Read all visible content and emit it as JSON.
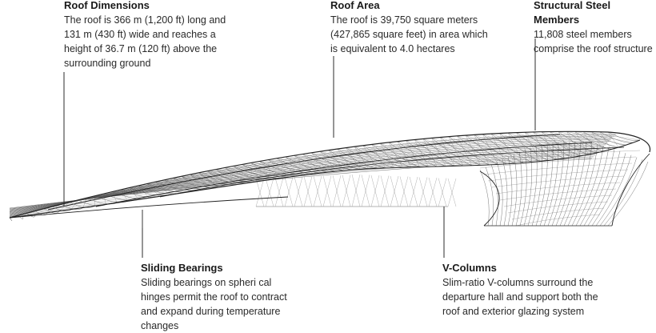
{
  "callouts": {
    "roof_dimensions": {
      "title": "Roof Dimensions",
      "body": "The roof is 366 m (1,200 ft) long and\n131 m (430 ft) wide and reaches a\nheight of 36.7 m (120 ft) above the\nsurrounding ground"
    },
    "roof_area": {
      "title": "Roof Area",
      "body": "The roof is 39,750 square meters\n(427,865 square feet) in area which\nis equivalent to 4.0 hectares"
    },
    "structural_steel": {
      "title": "Structural Steel Members",
      "body": "11,808 steel members\ncomprise the roof structure"
    },
    "sliding_bearings": {
      "title": "Sliding Bearings",
      "body": "Sliding bearings on spheri cal\nhinges permit the roof to contract\nand expand during temperature\nchanges"
    },
    "v_columns": {
      "title": "V-Columns",
      "body": "Slim-ratio V-columns surround the\ndeparture hall and support both the\nroof and exterior glazing system"
    }
  },
  "colors": {
    "line": "#2b2b2b",
    "mesh": "#555555",
    "mesh_light": "#9a9a9a"
  }
}
